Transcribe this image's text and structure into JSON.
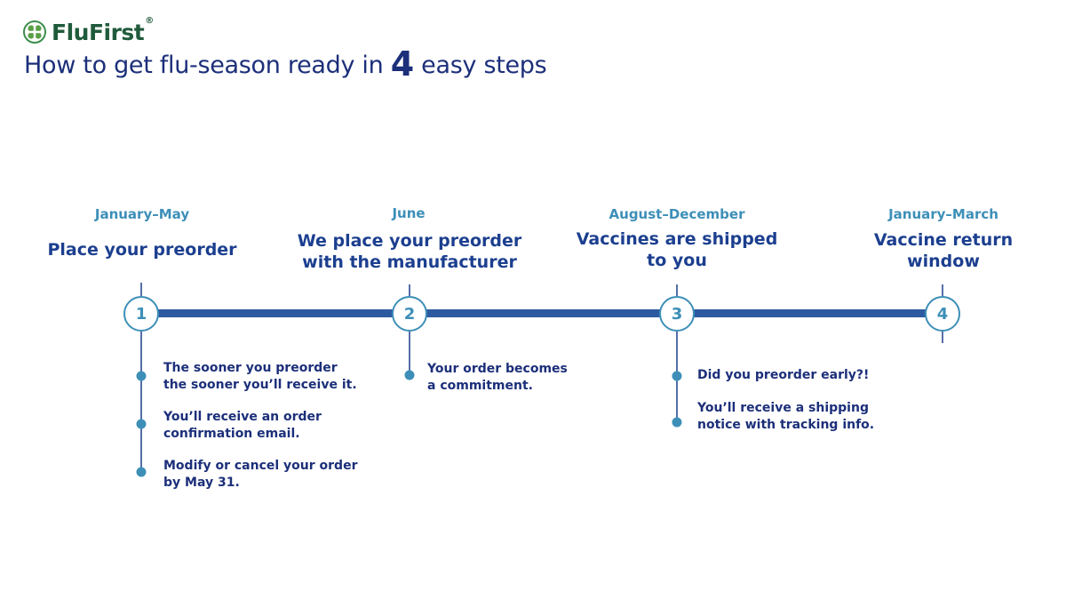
{
  "brand": {
    "logo_icon": "clover-cross-icon",
    "name": "FluFirst",
    "registered_mark": "®",
    "color": "#205b3b"
  },
  "headline": {
    "before": "How to get flu-season ready in ",
    "number": "4",
    "after": " easy steps"
  },
  "colors": {
    "navy": "#1c2f7a",
    "title_blue": "#1c3f8f",
    "accent_teal": "#3d8fb8",
    "timeline_bar": "#2c5aa0"
  },
  "steps": [
    {
      "number": "1",
      "period": "January–May",
      "title_lines": [
        "Place your preorder"
      ],
      "notes": [
        [
          "The sooner you preorder",
          "the sooner you’ll receive it."
        ],
        [
          "You’ll receive an order",
          "confirmation email."
        ],
        [
          "Modify or cancel your order",
          "by May 31."
        ]
      ]
    },
    {
      "number": "2",
      "period": "June",
      "title_lines": [
        "We place your preorder",
        "with the manufacturer"
      ],
      "notes": [
        [
          "Your order becomes",
          "a commitment."
        ]
      ]
    },
    {
      "number": "3",
      "period": "August–December",
      "title_lines": [
        "Vaccines are shipped",
        "to you"
      ],
      "notes": [
        [
          "Did you preorder early?!"
        ],
        [
          "You’ll receive a shipping",
          "notice with tracking info."
        ]
      ]
    },
    {
      "number": "4",
      "period": "January–March",
      "title_lines": [
        "Vaccine return",
        "window"
      ],
      "notes": []
    }
  ]
}
